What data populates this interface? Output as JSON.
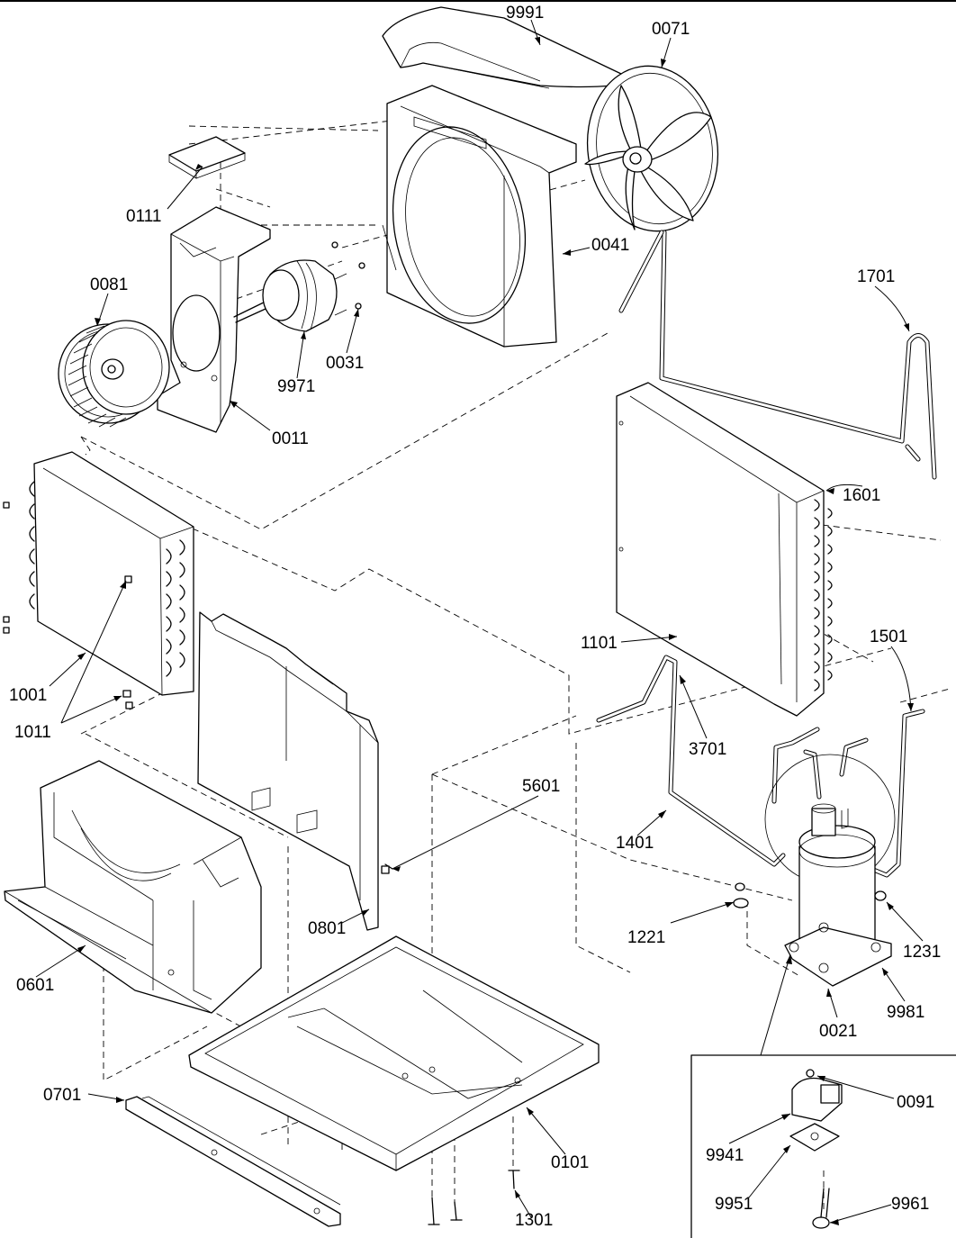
{
  "callouts": {
    "c9991": "9991",
    "c0071": "0071",
    "c0111": "0111",
    "c0081": "0081",
    "c0041": "0041",
    "c1701": "1701",
    "c0031": "0031",
    "c9971": "9971",
    "c0011": "0011",
    "c1601": "1601",
    "c1101": "1101",
    "c1501": "1501",
    "c1001": "1001",
    "c1011": "1011",
    "c3701": "3701",
    "c5601": "5601",
    "c1401": "1401",
    "c1221": "1221",
    "c1231": "1231",
    "c0801": "0801",
    "c0601": "0601",
    "c9981": "9981",
    "c0021": "0021",
    "c0701": "0701",
    "c0091": "0091",
    "c0101": "0101",
    "c9941": "9941",
    "c9951": "9951",
    "c1301": "1301",
    "c9961": "9961"
  }
}
